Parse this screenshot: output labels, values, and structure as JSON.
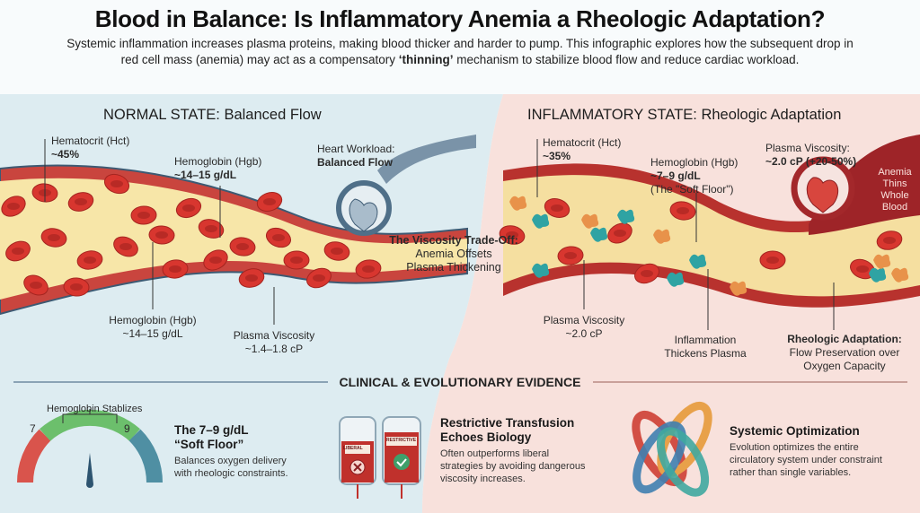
{
  "title": "Blood in Balance: Is Inflammatory Anemia a Rheologic Adaptation?",
  "subtitle": {
    "line1": "Systemic inflammation increases plasma proteins, making blood thicker and harder to pump. This infographic explores how the subsequent drop in",
    "line2_pre": "red cell mass (anemia) may act as a compensatory ",
    "line2_em": "‘thinning’",
    "line2_post": " mechanism to stabilize blood flow and reduce cardiac workload."
  },
  "normal": {
    "heading": "NORMAL STATE: Balanced Flow",
    "hct_label": "Hematocrit (Hct)",
    "hct_value": "~45%",
    "hgb_top_label": "Hemoglobin (Hgb)",
    "hgb_top_value": "~14–15 g/dL",
    "heart_label": "Heart Workload:",
    "heart_value": "Balanced Flow",
    "hgb_bottom_label": "Hemoglobin (Hgb)",
    "hgb_bottom_value": "~14–15 g/dL",
    "pv_label": "Plasma Viscosity",
    "pv_value": "~1.4–1.8 cP"
  },
  "tradeoff": {
    "title": "The Viscosity Trade-Off:",
    "line1": "Anemia Offsets",
    "line2": "Plasma Thickening"
  },
  "inflammatory": {
    "heading": "INFLAMMATORY STATE: Rheologic Adaptation",
    "hct_label": "Hematocrit (Hct)",
    "hct_value": "~35%",
    "hgb_label": "Hemoglobin (Hgb)",
    "hgb_value": "~7–9 g/dL",
    "hgb_note": "(The \"Soft Floor\")",
    "pv_top_label": "Plasma Viscosity:",
    "pv_top_value": "~2.0 cP (+20-50%)",
    "anemia_note": [
      "Anemia",
      "Thins",
      "Whole",
      "Blood"
    ],
    "pv_bottom_label": "Plasma Viscosity",
    "pv_bottom_value": "~2.0 cP",
    "inflam_line1": "Inflammation",
    "inflam_line2": "Thickens Plasma",
    "adapt_title": "Rheologic Adaptation:",
    "adapt_line1": "Flow Preservation over",
    "adapt_line2": "Oxygen Capacity"
  },
  "evidence": {
    "heading": "CLINICAL & EVOLUTIONARY EVIDENCE",
    "gauge": {
      "label": "Hemoglobin Stablizes",
      "min_tick": "7",
      "max_tick": "9",
      "title1": "The 7–9 g/dL",
      "title2": "“Soft Floor”",
      "desc1": "Balances oxygen delivery",
      "desc2": "with rheologic constraints."
    },
    "transfusion": {
      "bag1": "LIBERAL",
      "bag2": "RESTRICTIVE",
      "title1": "Restrictive Transfusion",
      "title2": "Echoes Biology",
      "desc1": "Often outperforms liberal",
      "desc2": "strategies by avoiding dangerous",
      "desc3": "viscosity increases."
    },
    "systemic": {
      "title": "Systemic Optimization",
      "desc1": "Evolution optimizes the entire",
      "desc2": "circulatory system under constraint",
      "desc3": "rather than single variables."
    }
  },
  "colors": {
    "normal_bg": "#ddecf1",
    "inflam_bg": "#f8e1dc",
    "rbc": "#d8362f",
    "vessel": "#c9453e",
    "plasma": "#f7e6a8",
    "teal": "#2fa3a3",
    "orange": "#e8924a"
  }
}
